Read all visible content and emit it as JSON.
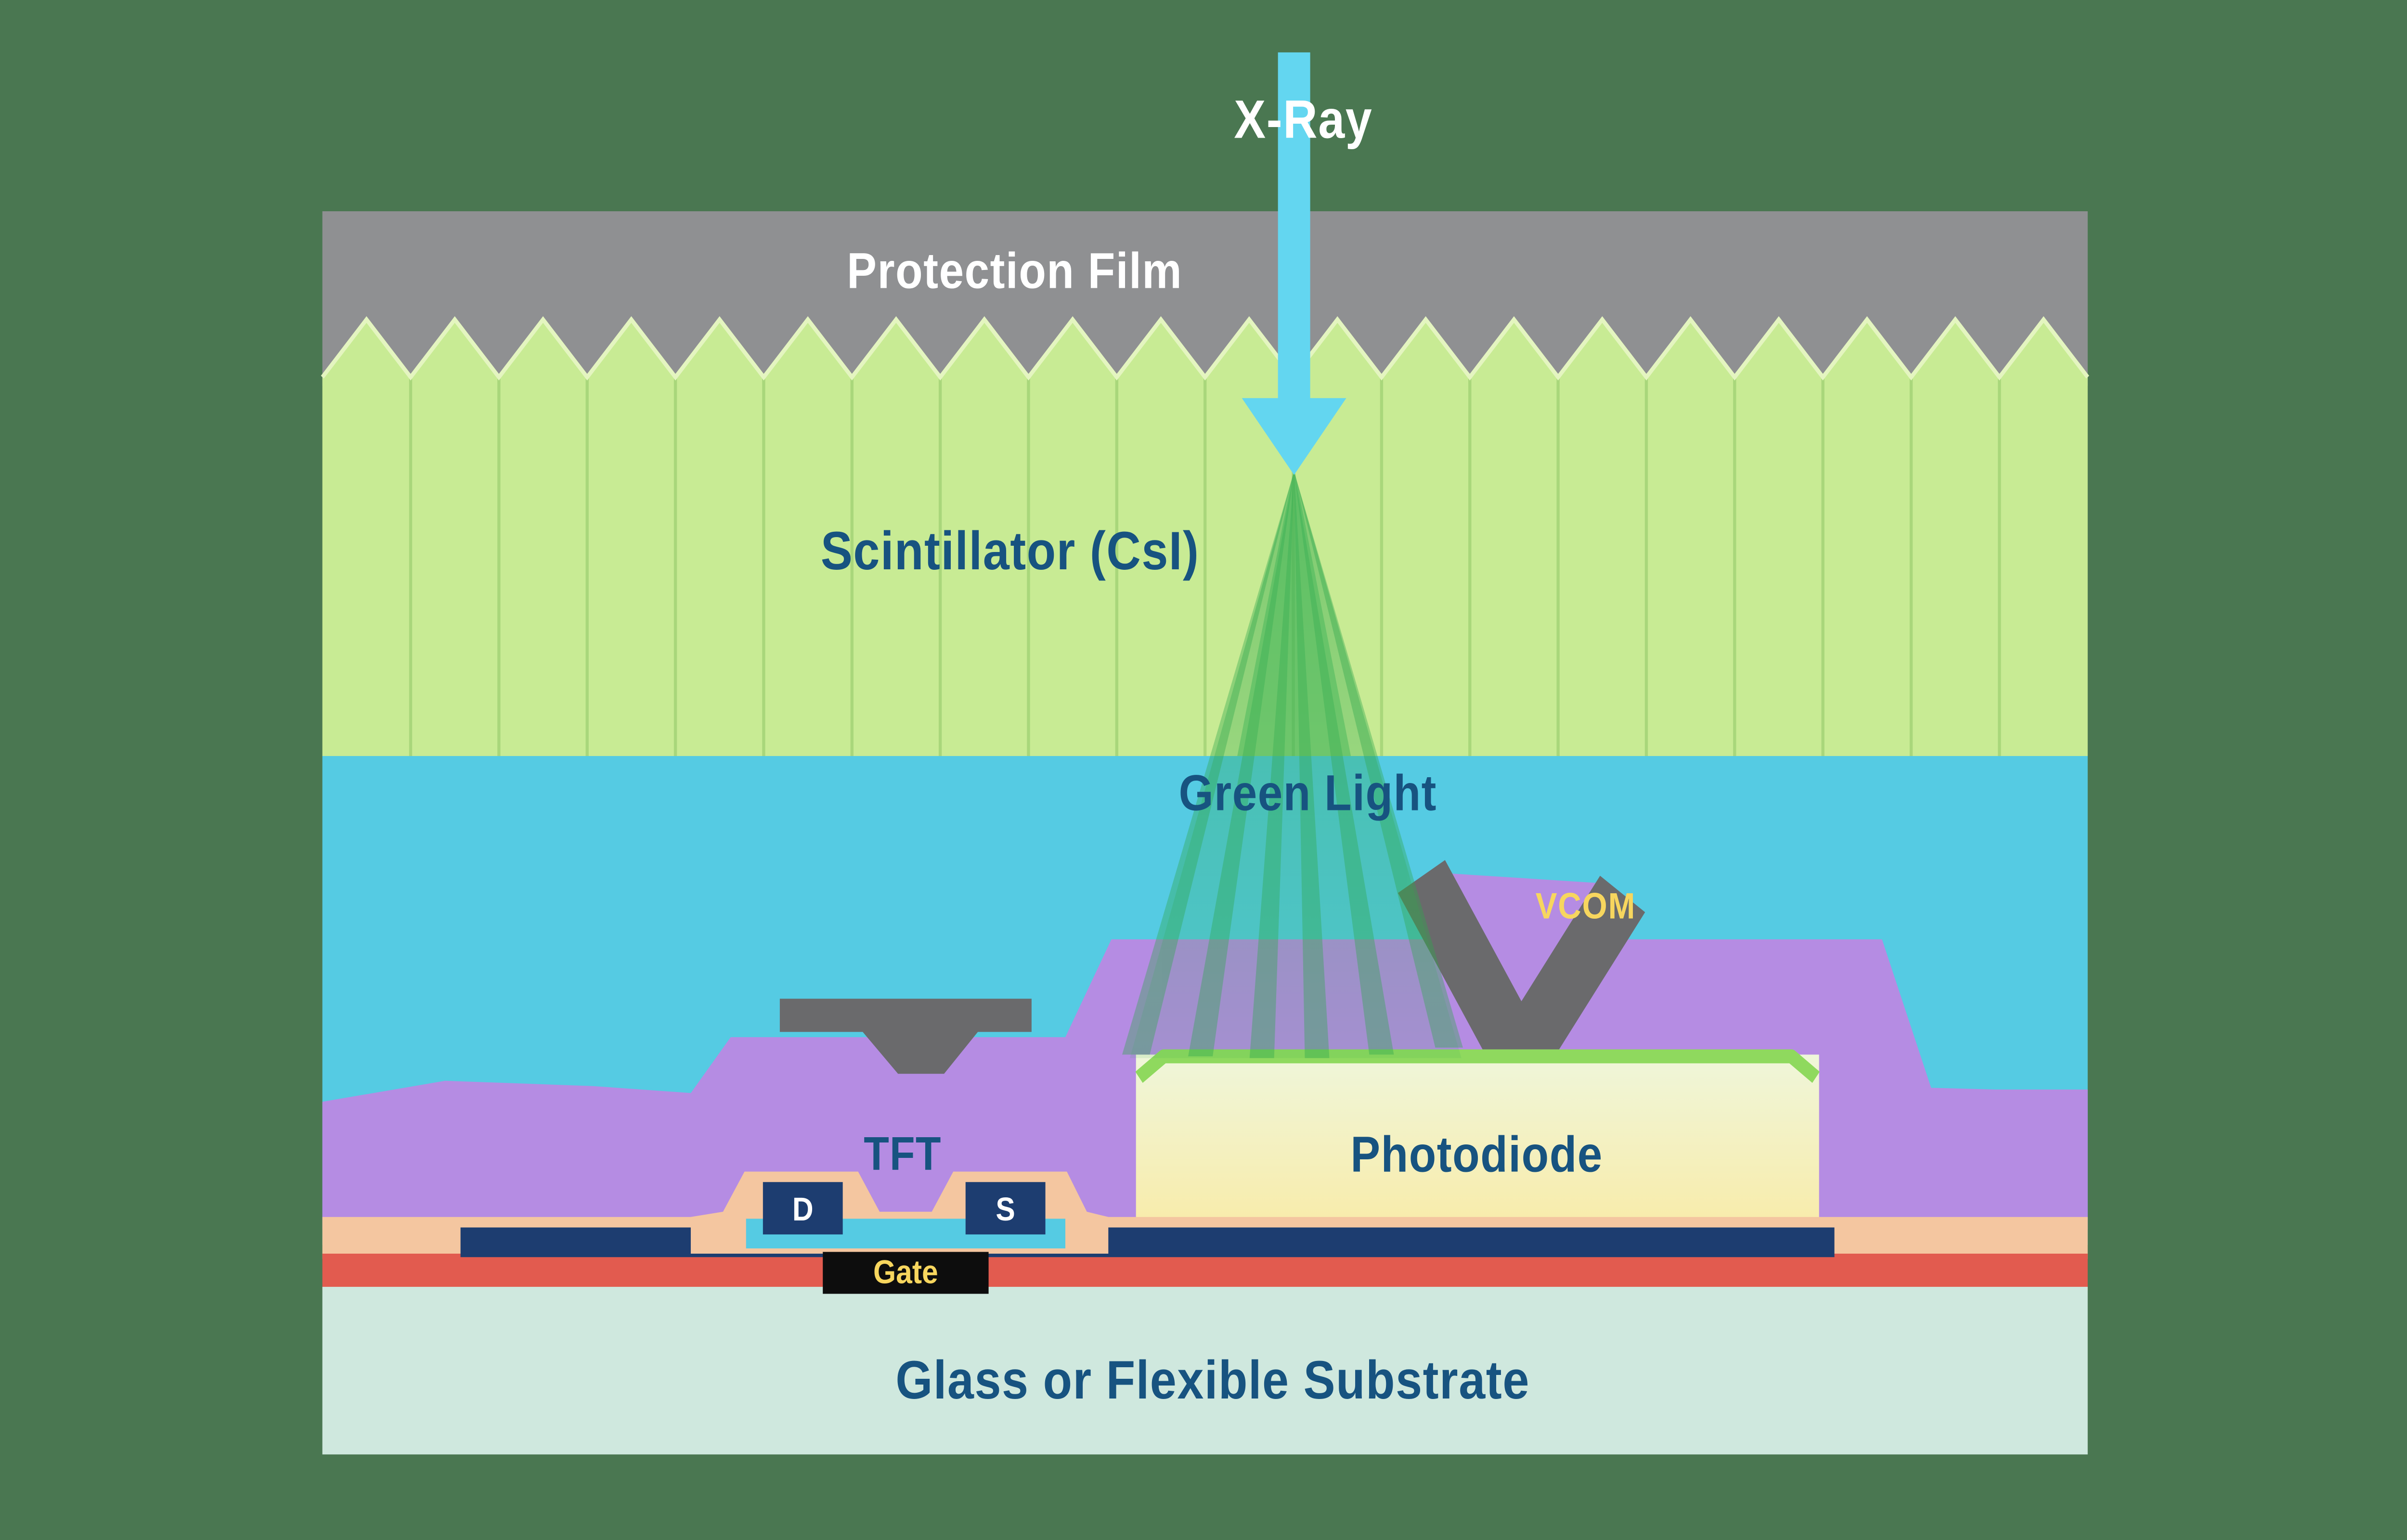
{
  "labels": {
    "xray": "X-Ray",
    "protection_film": "Protection Film",
    "scintillator": "Scintillator (CsI)",
    "green_light": "Green Light",
    "vcom": "VCOM",
    "tft": "TFT",
    "drain": "D",
    "source": "S",
    "gate": "Gate",
    "photodiode": "Photodiode",
    "substrate": "Glass or Flexible Substrate"
  },
  "colors": {
    "background": "#4a7751",
    "protection_film": "#8f9092",
    "scintillator": "#c8eb94",
    "scintillator_line": "#a9d77b",
    "scintillator_highlight": "#e4f5c0",
    "cyan_layer": "#55cbe3",
    "xray_arrow": "#63d6f0",
    "green_ray": "#2fa84d",
    "green_ray_core": "#3bb457",
    "purple_layer": "#b58ce3",
    "electrode_gray": "#6a6a6c",
    "navy": "#1d3d70",
    "salmon": "#f4c6a0",
    "red_layer": "#e25b4f",
    "substrate": "#cfe8de",
    "photodiode_fill_top": "#eff6da",
    "photodiode_fill_bottom": "#f8ecab",
    "photodiode_edge": "#8fd95e",
    "gate_black": "#0d0d0d",
    "label_blue": "#175380",
    "label_white": "#ffffff",
    "label_yellow": "#f7d65e"
  }
}
